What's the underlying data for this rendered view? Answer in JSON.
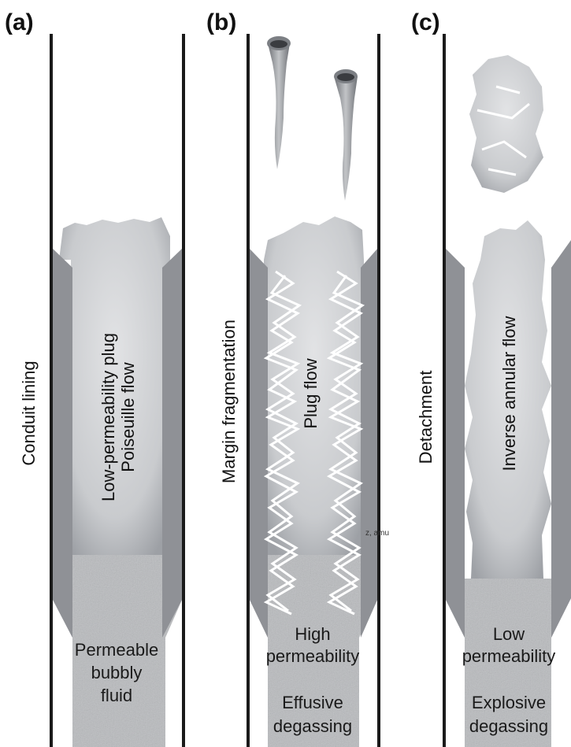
{
  "panels": {
    "a": {
      "label": "(a)",
      "side_label": "Conduit lining",
      "plug_label_1": "Low-permeability plug",
      "plug_label_2": "Poiseuille flow",
      "bottom_lines": [
        "Permeable",
        "bubbly",
        "fluid"
      ]
    },
    "b": {
      "label": "(b)",
      "side_label": "Margin fragmentation",
      "plug_label": "Plug flow",
      "bottom_lines_1": [
        "High",
        "permeability"
      ],
      "bottom_lines_2": [
        "Effusive",
        "degassing"
      ],
      "stray_label": "z, amu"
    },
    "c": {
      "label": "(c)",
      "side_label": "Detachment",
      "plug_label": "Inverse annular flow",
      "bottom_lines_1": [
        "Low",
        "permeability"
      ],
      "bottom_lines_2": [
        "Explosive",
        "degassing"
      ]
    }
  },
  "colors": {
    "wall": "#1a1a1a",
    "lining": "#8f9196",
    "plug": "#cfd1d4",
    "plug_edge": "#9fa2a7",
    "bubbly": "#b9bbbe"
  }
}
